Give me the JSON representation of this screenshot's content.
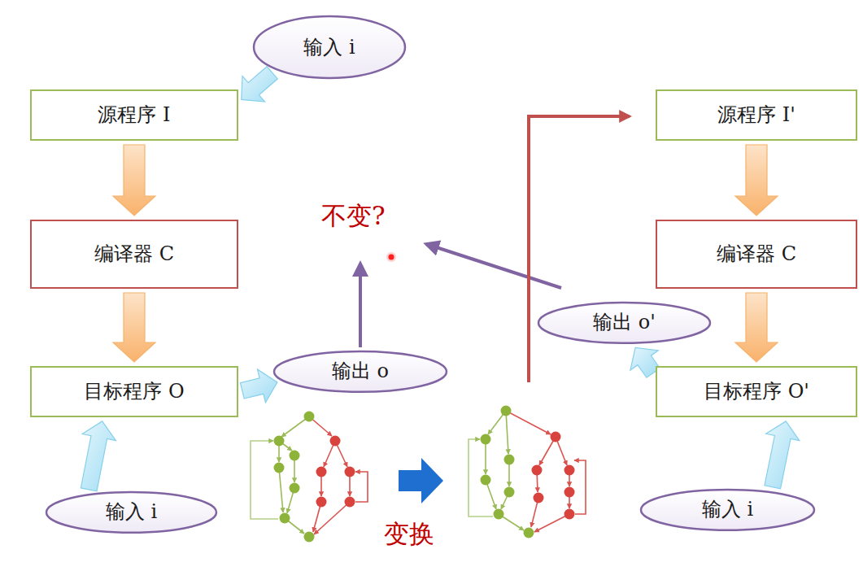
{
  "diagram": {
    "nodes": [
      {
        "text": [
          "输入 i"
        ]
      },
      {
        "text": [
          "源程序 I"
        ]
      },
      {
        "text": [
          "编译器 C"
        ]
      },
      {
        "text": [
          "目标程序 O"
        ]
      },
      {
        "text": [
          "输出 o"
        ]
      },
      {
        "text": [
          "输入 i"
        ]
      },
      {
        "text": [
          "源程序 I'"
        ]
      },
      {
        "text": [
          "编译器 C"
        ]
      },
      {
        "text": [
          "目标程序 O'"
        ]
      },
      {
        "text": [
          "输出 o'"
        ]
      },
      {
        "text": [
          "输入 i"
        ]
      }
    ],
    "edges": [
      {
        "from": 0,
        "to": 1,
        "arrow": "to"
      },
      {
        "from": 1,
        "to": 2,
        "arrow": "to"
      },
      {
        "from": 2,
        "to": 3,
        "arrow": "to"
      },
      {
        "from": 3,
        "to": 4,
        "arrow": "to"
      },
      {
        "from": 5,
        "to": 3,
        "arrow": "to"
      },
      {
        "from": 6,
        "to": 7,
        "arrow": "to"
      },
      {
        "from": 7,
        "to": 8,
        "arrow": "to"
      },
      {
        "from": 10,
        "to": 8,
        "arrow": "to"
      },
      {
        "from": 8,
        "to": 9,
        "arrow": "to"
      }
    ],
    "labels": [
      "不变?",
      "变换"
    ]
  }
}
